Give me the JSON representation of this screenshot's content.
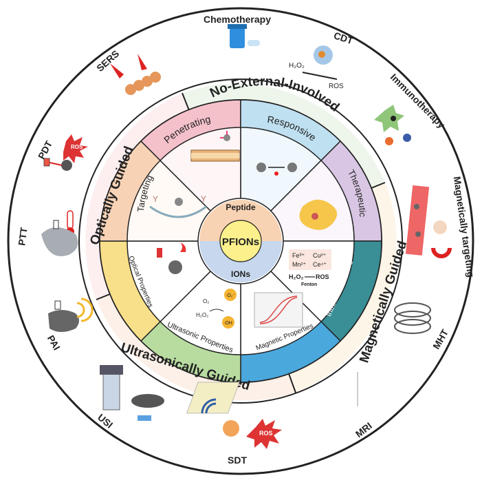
{
  "center": {
    "top": "Peptide",
    "main": "PFIONs",
    "bottom": "IONs"
  },
  "inner_ring": {
    "segments": [
      {
        "label": "Penetrating"
      },
      {
        "label": "Responsive"
      },
      {
        "label": "Therapeutic"
      },
      {
        "label": "Intrinsic Attributes"
      },
      {
        "label": "Magnetic Properties"
      },
      {
        "label": "Ultrasonic Properties"
      },
      {
        "label": "Optical Properties"
      },
      {
        "label": "Targeting"
      }
    ],
    "attributes": {
      "ions": [
        "Fe³⁺",
        "Cu²⁺",
        "Mn²⁺",
        "Ce⁴⁺"
      ],
      "reaction_h2o2": "H₂O₂",
      "reaction_ros": "ROS",
      "reaction_fenton": "Fenton"
    },
    "ultrasonic": {
      "o2": "O₂",
      "h2o2": "H₂O₂",
      "o2minus": "·O₂⁻",
      "oh": "·OH"
    }
  },
  "middle_ring": {
    "sectors": [
      {
        "label": "No-External-Involved"
      },
      {
        "label": "Magnetically Guided"
      },
      {
        "label": "Ultrasonically Guided"
      },
      {
        "label": "Optically Guided"
      }
    ]
  },
  "outer_ring": {
    "labels": [
      {
        "text": "Chemotherapy"
      },
      {
        "text": "CDT"
      },
      {
        "text": "Immunotherapy"
      },
      {
        "text": "Magnetically targeting"
      },
      {
        "text": "MHT"
      },
      {
        "text": "MRI"
      },
      {
        "text": "SDT"
      },
      {
        "text": "USI"
      },
      {
        "text": "PAI"
      },
      {
        "text": "PTT"
      },
      {
        "text": "PDT"
      },
      {
        "text": "SERS"
      }
    ],
    "cdt_h2o2": "H₂O₂",
    "cdt_ros": "ROS",
    "ros_badge": "ROS"
  },
  "colors": {
    "penetrating": "#f4c1cb",
    "responsive": "#bfe0f1",
    "therapeutic": "#d8c6e4",
    "intrinsic": "#3a8e96",
    "magnetic": "#4aa8dc",
    "ultrasonic": "#b8dca0",
    "optical": "#f8e08a",
    "targeting": "#f7d2b5",
    "center": "#fbf08c",
    "peptide": "#f8d3b3",
    "ions": "#c6d7ee"
  }
}
